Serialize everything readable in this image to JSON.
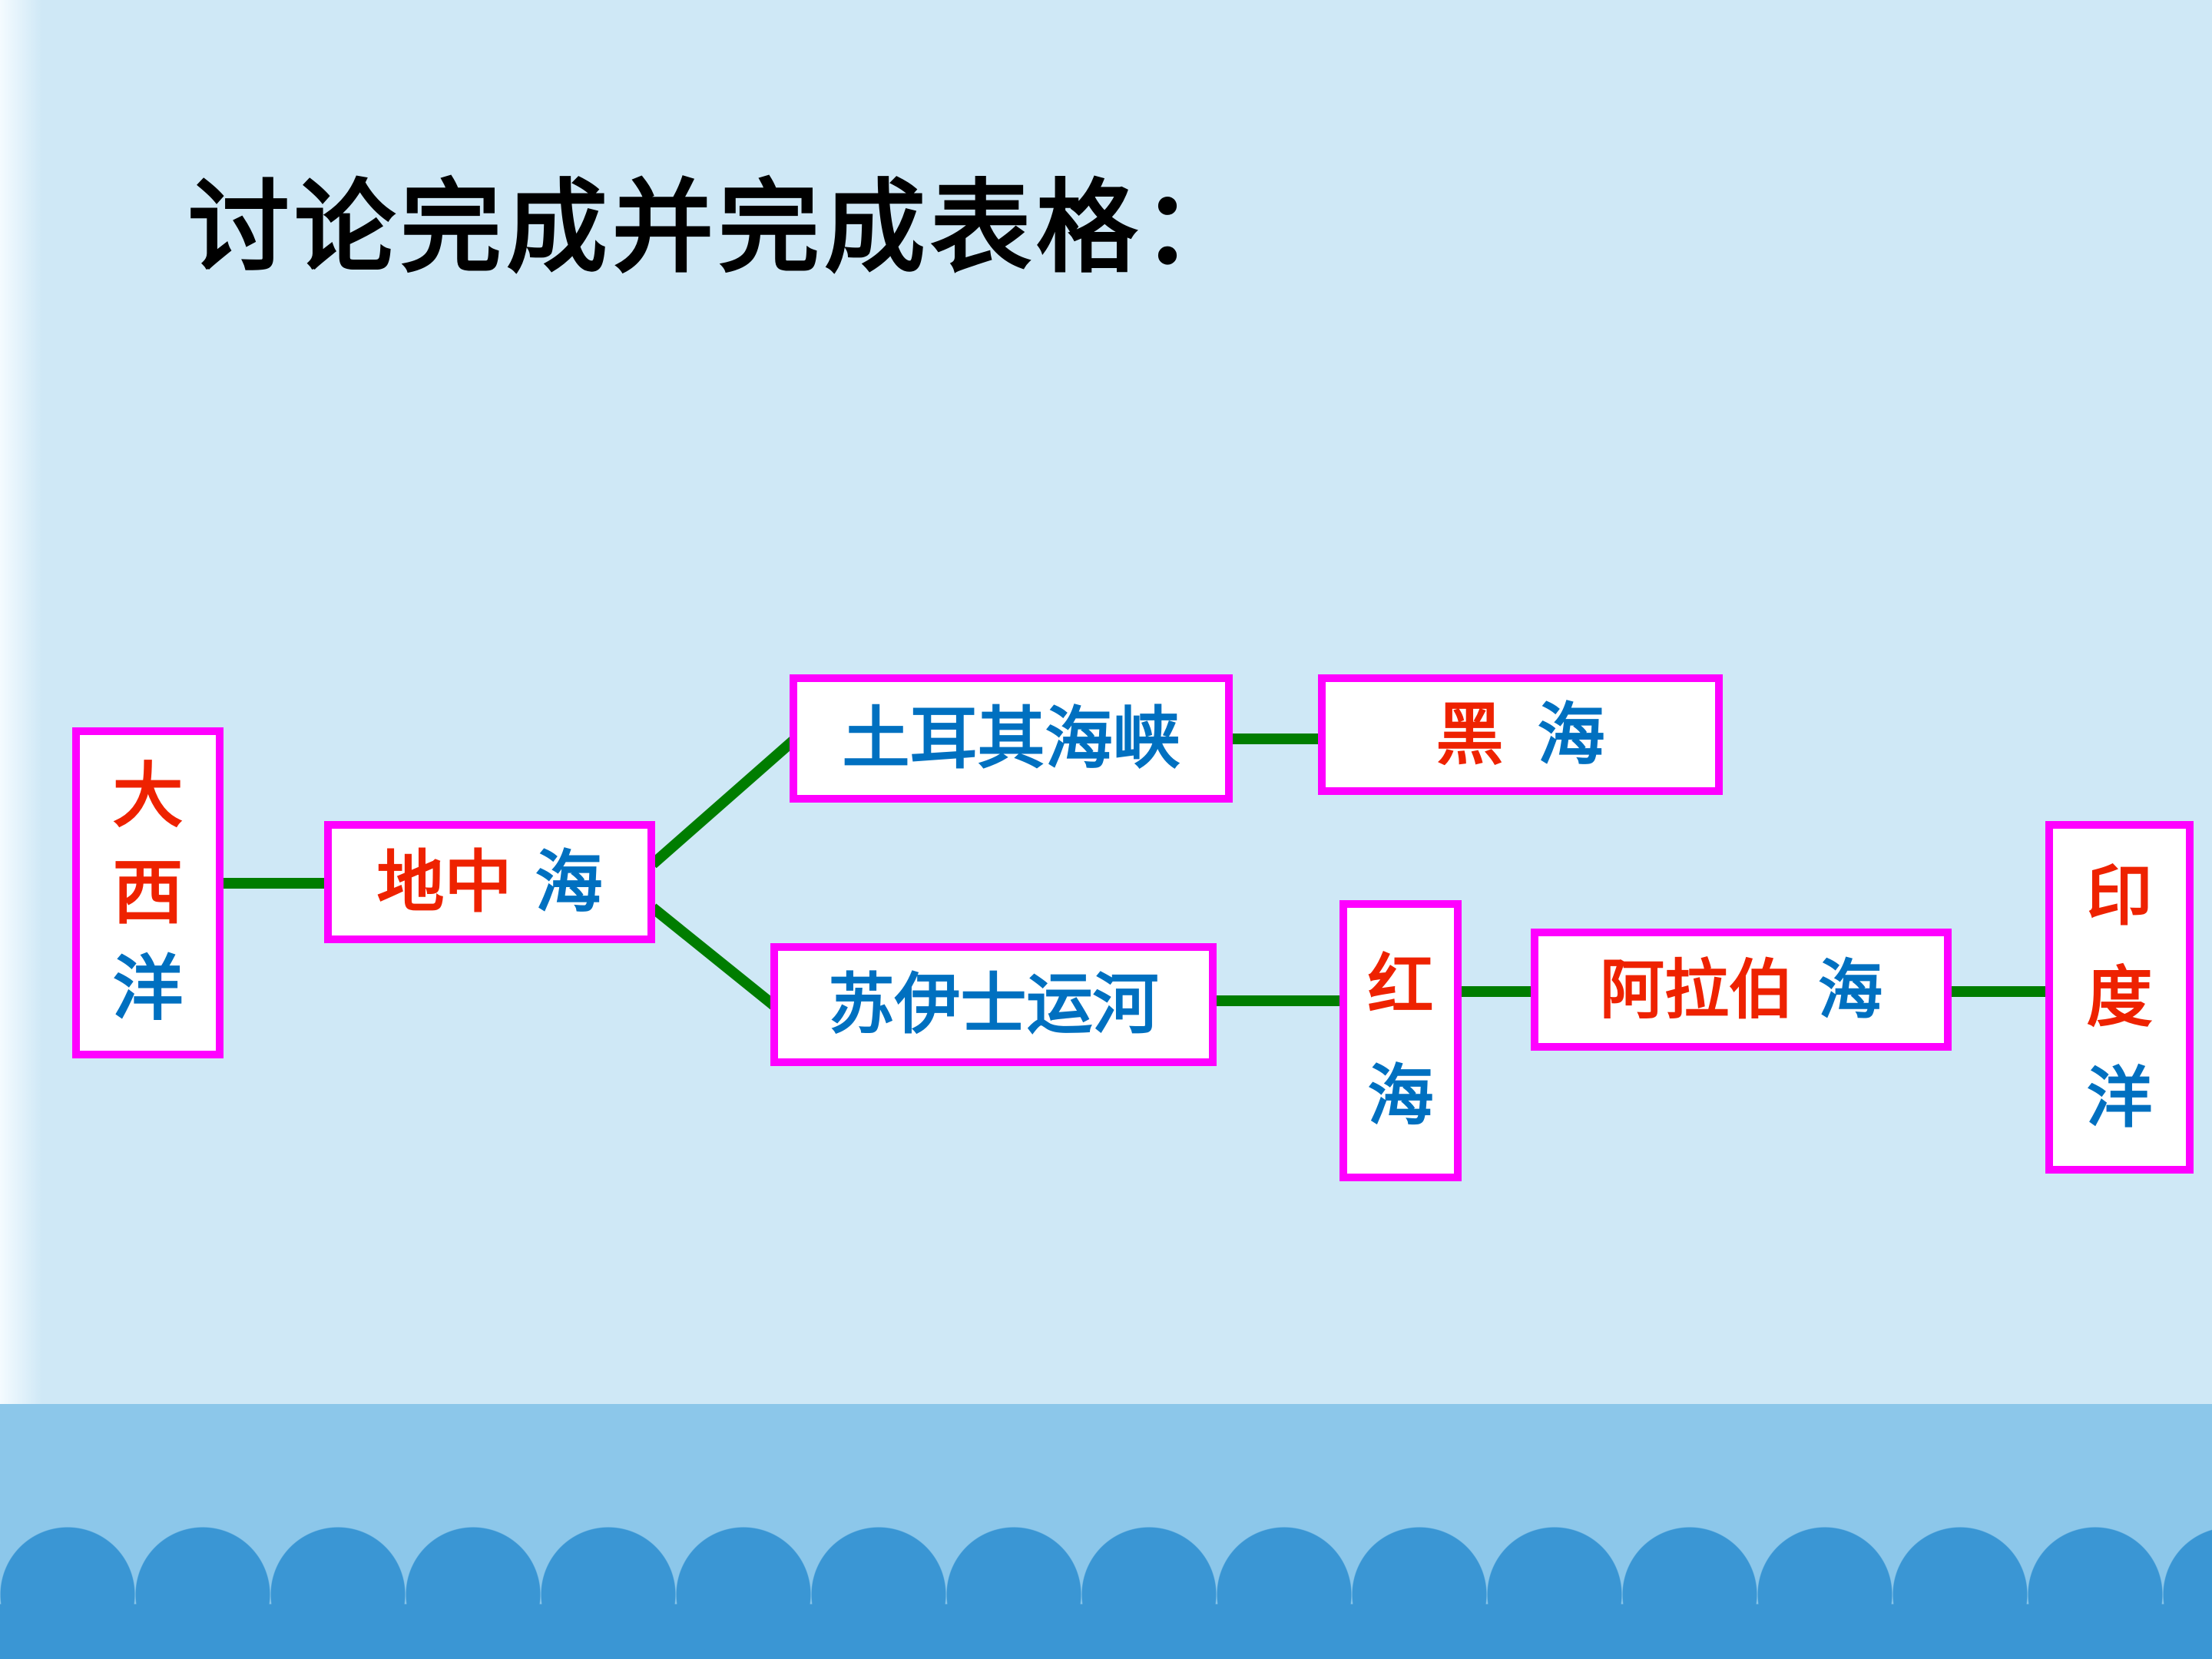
{
  "colors": {
    "background": "#cfe8f6",
    "background_edge": "#f4fbff",
    "band": "#8cc7ea",
    "scallop": "#3a96d4",
    "box_border": "#ff00ff",
    "box_bg": "#ffffff",
    "edge_green": "#007d00",
    "text_red": "#ee2200",
    "text_blue": "#0070c0",
    "title_color": "#000000"
  },
  "title": "讨论完成并完成表格：",
  "nodes": {
    "atlantic": {
      "chars": [
        "大",
        "西",
        "洋"
      ]
    },
    "mediterranean": {
      "red": "地中",
      "blue": "海"
    },
    "turkish_straits": {
      "label": "土耳其海峡"
    },
    "black_sea": {
      "red": "黑",
      "blue": "海"
    },
    "suez_canal": {
      "label": "苏伊士运河"
    },
    "red_sea": {
      "chars": [
        "红",
        "海"
      ]
    },
    "arabian_sea": {
      "red": "阿拉伯",
      "blue": "海"
    },
    "indian_ocean": {
      "chars": [
        "印",
        "度",
        "洋"
      ]
    }
  }
}
